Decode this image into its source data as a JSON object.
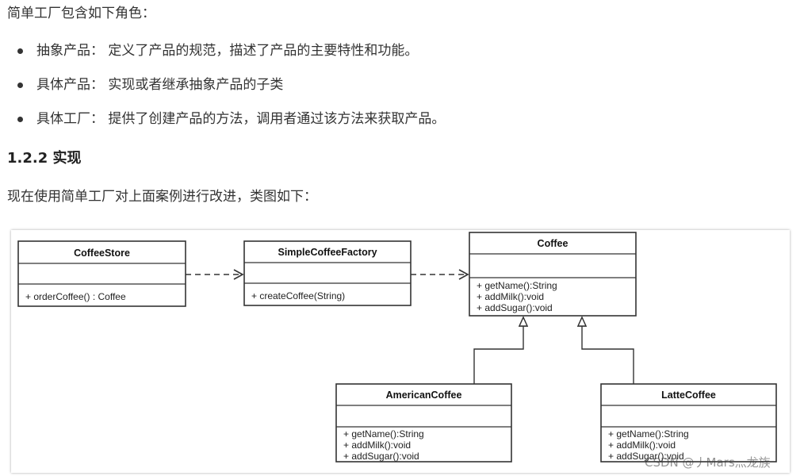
{
  "intro": "简单工厂包含如下角色：",
  "roles": [
    {
      "label": "抽象产品：",
      "desc": "定义了产品的规范，描述了产品的主要特性和功能。"
    },
    {
      "label": "具体产品：",
      "desc": "实现或者继承抽象产品的子类"
    },
    {
      "label": "具体工厂：",
      "desc": "提供了创建产品的方法，调用者通过该方法来获取产品。"
    }
  ],
  "heading": "1.2.2 实现",
  "impl_text": "现在使用简单工厂对上面案例进行改进，类图如下：",
  "diagram": {
    "classes": {
      "coffee_store": {
        "name": "CoffeeStore",
        "methods": [
          "+ orderCoffee() : Coffee"
        ]
      },
      "simple_factory": {
        "name": "SimpleCoffeeFactory",
        "methods": [
          "+ createCoffee(String)"
        ]
      },
      "coffee": {
        "name": "Coffee",
        "methods": [
          "+ getName():String",
          "+ addMilk():void",
          "+ addSugar():void"
        ]
      },
      "american": {
        "name": "AmericanCoffee",
        "methods": [
          "+ getName():String",
          "+ addMilk():void",
          "+ addSugar():void"
        ]
      },
      "latte": {
        "name": "LatteCoffee",
        "methods": [
          "+ getName():String",
          "+ addMilk():void",
          "+ addSugar():void"
        ]
      }
    }
  },
  "watermark": "CSDN @丿Mars灬龙族"
}
